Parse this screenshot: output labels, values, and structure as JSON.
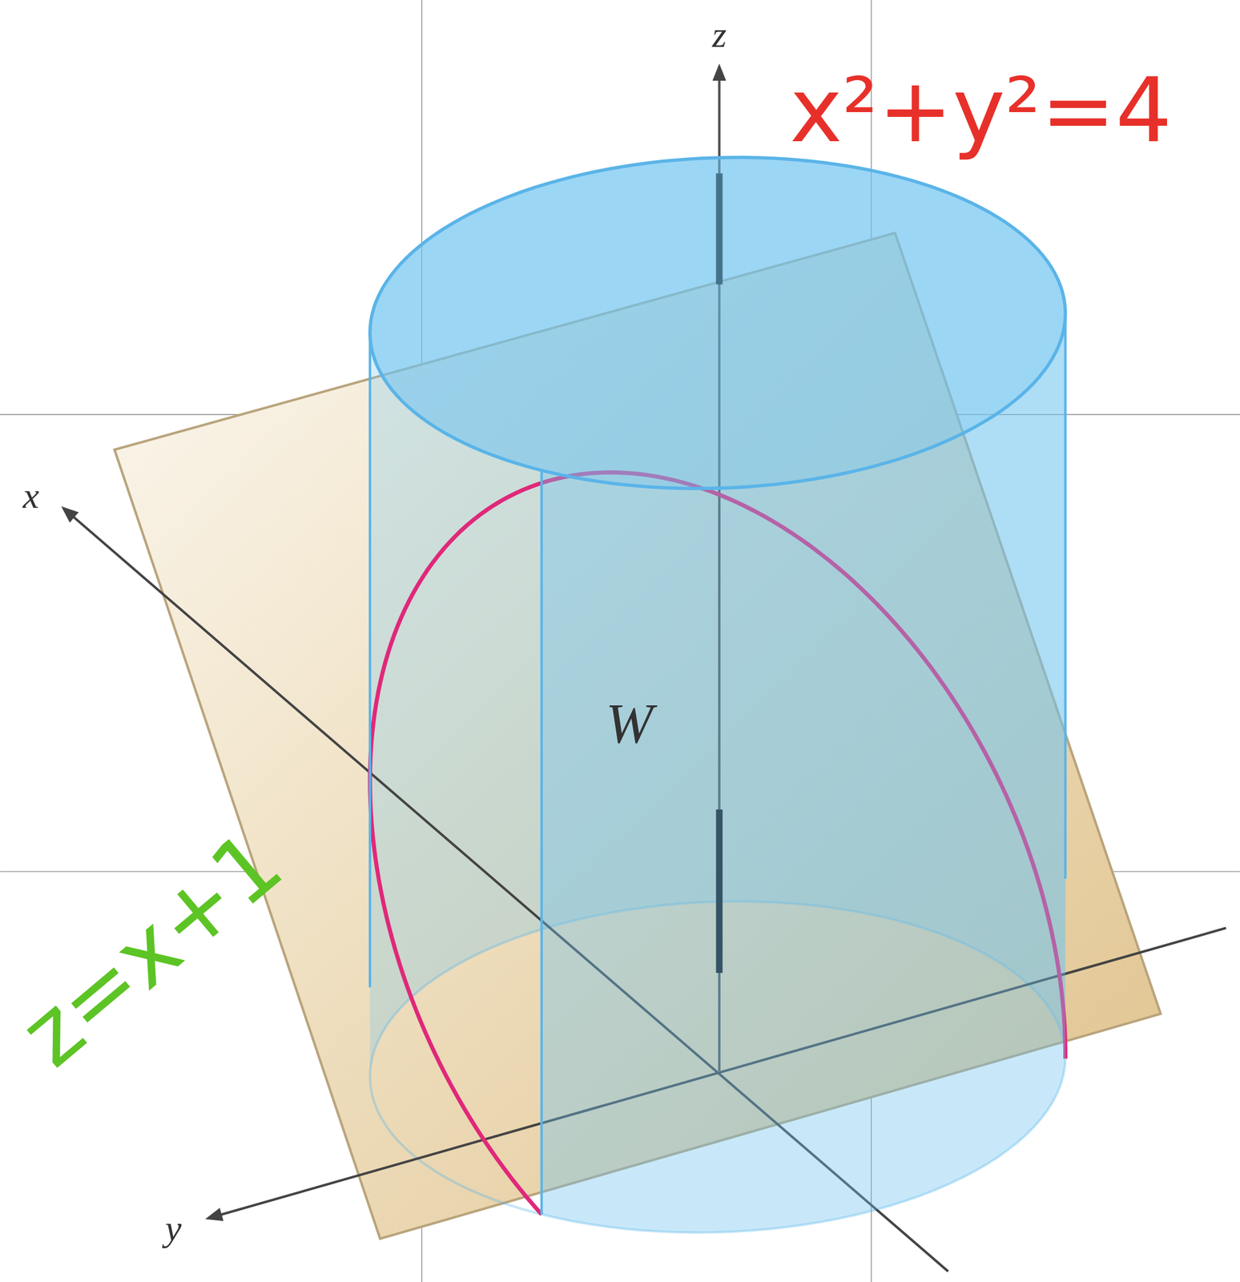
{
  "diagram": {
    "labels": [
      "z",
      "x",
      "y",
      "W",
      "x²+y²=4",
      "z=x+1"
    ]
  }
}
